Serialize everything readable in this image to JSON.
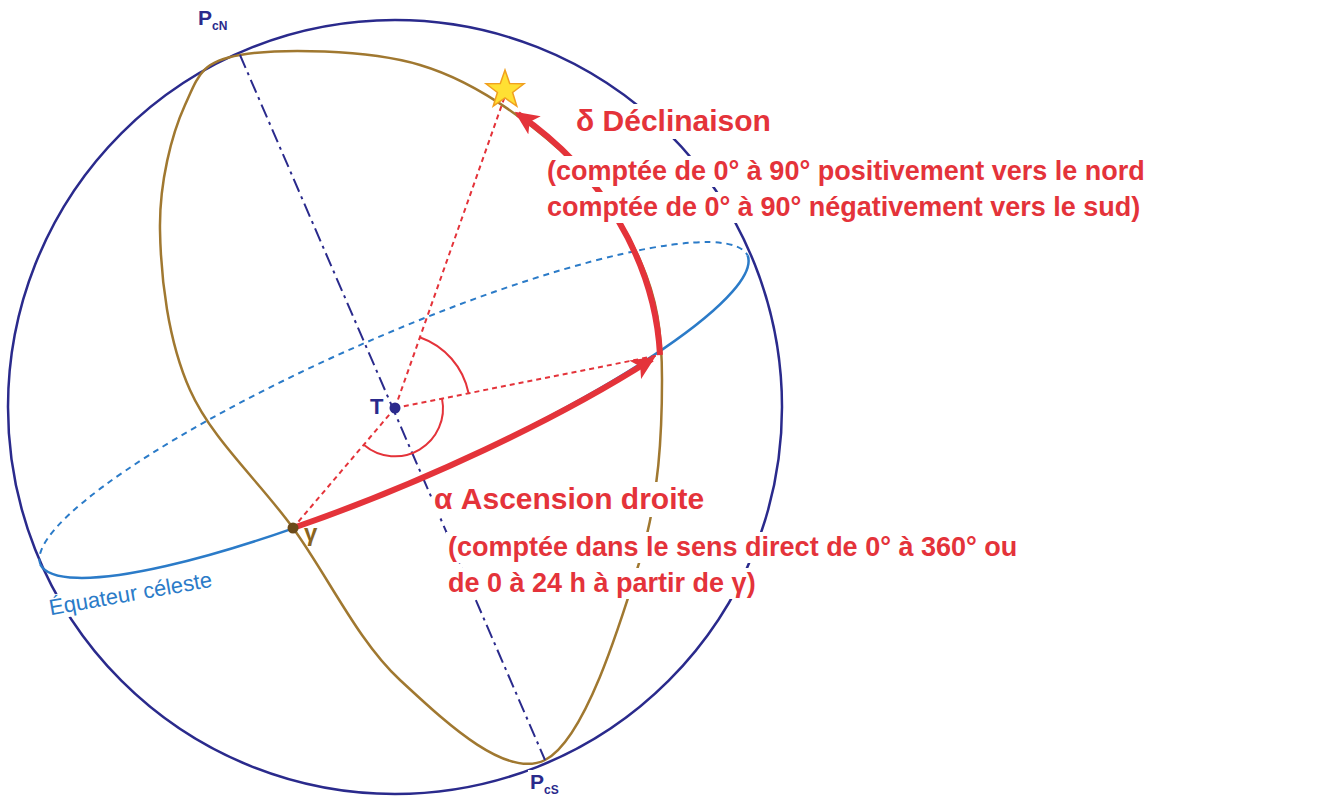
{
  "diagram": {
    "labels": [
      "P",
      "cN",
      "δ Déclinaison",
      "(comptée de 0° à 90° positivement vers le nord",
      "comptée de 0° à 90° négativement vers le sud)",
      "T",
      "α Ascension droite",
      "(comptée dans le sens direct de 0° à 360° ou",
      "de 0 à 24 h à partir de γ)",
      "γ",
      "Équateur céleste",
      "P",
      "cS"
    ]
  }
}
